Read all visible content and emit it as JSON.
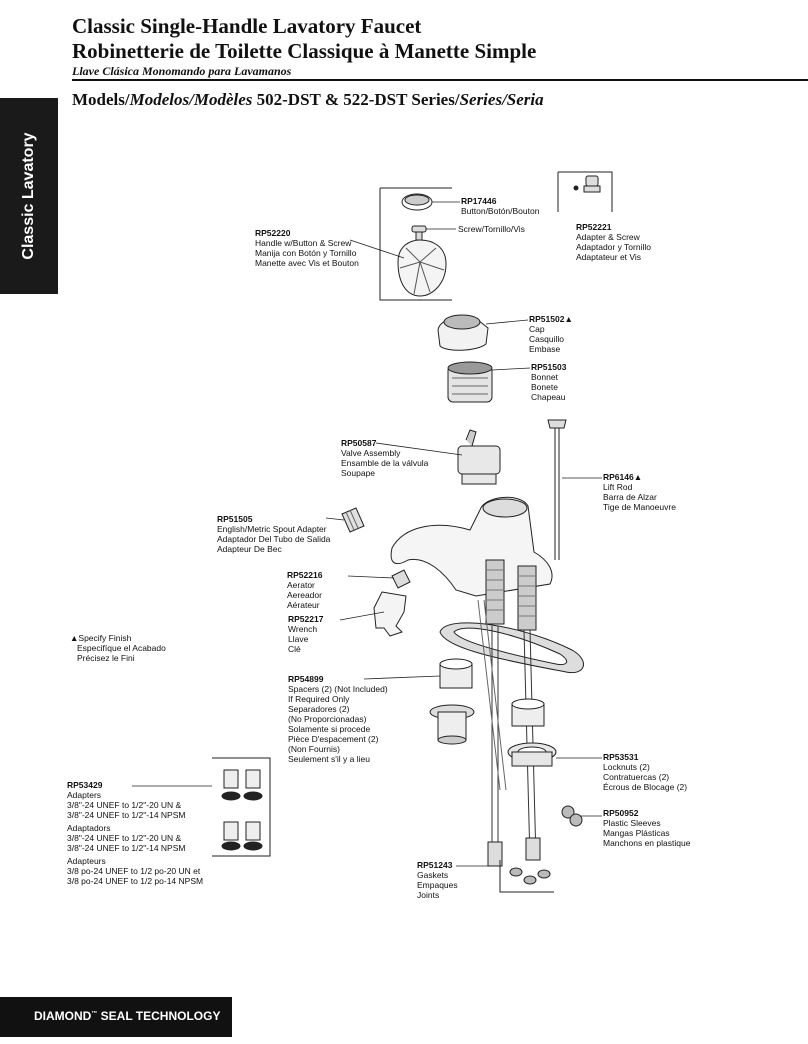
{
  "header": {
    "title_en": "Classic Single-Handle Lavatory Faucet",
    "title_fr": "Robinetterie de Toilette Classique à Manette Simple",
    "title_es": "Llave Clásica Monomando para Lavamanos",
    "models_prefix": "Models/",
    "models_es": "Modelos/",
    "models_fr": "Modèles",
    "models_nums": " 502-DST & 522-DST Series/",
    "series_es": "Series/",
    "series_fr": "Seria"
  },
  "side_tab": "Classic Lavatory",
  "footer": {
    "brand": "DIAMOND",
    "tm": "™",
    "rest": " SEAL TECHNOLOGY"
  },
  "note": {
    "line1": "▲Specify Finish",
    "line2": "Especifíque el Acabado",
    "line3": "Précisez le Fini"
  },
  "parts": [
    {
      "num": "RP17446",
      "lines": [
        "Button/Botón/Bouton"
      ]
    },
    {
      "num": "",
      "lines": [
        "Screw/Tornillo/Vis"
      ]
    },
    {
      "num": "RP52220",
      "lines": [
        "Handle w/Button & Screw",
        "Manija con Botón y Tornillo",
        "Manette avec Vis et Bouton"
      ]
    },
    {
      "num": "RP52221",
      "lines": [
        "Adapter & Screw",
        "Adaptador y Tornillo",
        "Adaptateur et Vis"
      ]
    },
    {
      "num": "RP51502▲",
      "lines": [
        "Cap",
        "Casquillo",
        "Embase"
      ]
    },
    {
      "num": "RP51503",
      "lines": [
        "Bonnet",
        "Bonete",
        "Chapeau"
      ]
    },
    {
      "num": "RP50587",
      "lines": [
        "Valve Assembly",
        "Ensamble de la válvula",
        "Soupape"
      ]
    },
    {
      "num": "RP6146▲",
      "lines": [
        "Lift Rod",
        "Barra de Alzar",
        "Tige de Manoeuvre"
      ]
    },
    {
      "num": "RP51505",
      "lines": [
        "English/Metric Spout Adapter",
        "Adaptador Del Tubo de Salida",
        "Adapteur De Bec"
      ]
    },
    {
      "num": "RP52216",
      "lines": [
        "Aerator",
        "Aereador",
        "Aérateur"
      ]
    },
    {
      "num": "RP52217",
      "lines": [
        "Wrench",
        "Llave",
        "Clé"
      ]
    },
    {
      "num": "RP54899",
      "lines": [
        "Spacers (2) (Not Included)",
        "If Required Only",
        "Separadores (2)",
        "(No Proporcionadas)",
        "Solamente si procede",
        "Pièce D'espacement (2)",
        "(Non Fournis)",
        "Seulement s'il y a lieu"
      ]
    },
    {
      "num": "RP53531",
      "lines": [
        "Locknuts (2)",
        "Contratuercas (2)",
        "Écrous de Blocage (2)"
      ]
    },
    {
      "num": "RP50952",
      "lines": [
        "Plastic Sleeves",
        "Mangas Plásticas",
        "Manchons en plastique"
      ]
    },
    {
      "num": "RP53429",
      "lines": [
        "Adapters",
        "3/8\"-24 UNEF to 1/2\"-20 UN &",
        "3/8\"-24 UNEF to 1/2\"-14 NPSM",
        "Adaptadors",
        "3/8\"-24 UNEF to 1/2\"-20 UN &",
        "3/8\"-24 UNEF to 1/2\"-14 NPSM",
        "Adapteurs",
        "3/8 po-24 UNEF to 1/2 po-20 UN et",
        "3/8 po-24 UNEF to 1/2 po-14 NPSM"
      ]
    },
    {
      "num": "RP51243",
      "lines": [
        "Gaskets",
        "Empaques",
        "Joints"
      ]
    }
  ]
}
